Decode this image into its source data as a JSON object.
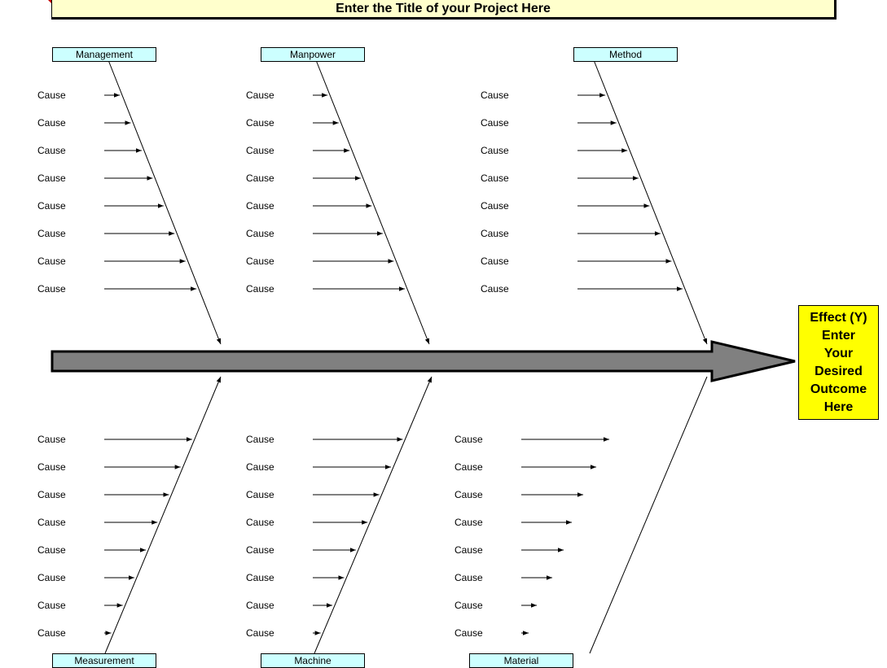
{
  "title": "Enter the Title of your Project Here",
  "effect": {
    "lines": [
      "Effect (Y)",
      "Enter",
      "Your",
      "Desired",
      "Outcome",
      "Here"
    ]
  },
  "colors": {
    "title_bg": "#ffffcc",
    "category_bg": "#ccffff",
    "effect_bg": "#ffff00",
    "spine_fill": "#808080"
  },
  "categories": [
    {
      "id": "management",
      "label": "Management",
      "position": "top",
      "causes": [
        "Cause",
        "Cause",
        "Cause",
        "Cause",
        "Cause",
        "Cause",
        "Cause",
        "Cause"
      ]
    },
    {
      "id": "manpower",
      "label": "Manpower",
      "position": "top",
      "causes": [
        "Cause",
        "Cause",
        "Cause",
        "Cause",
        "Cause",
        "Cause",
        "Cause",
        "Cause"
      ]
    },
    {
      "id": "method",
      "label": "Method",
      "position": "top",
      "causes": [
        "Cause",
        "Cause",
        "Cause",
        "Cause",
        "Cause",
        "Cause",
        "Cause",
        "Cause"
      ]
    },
    {
      "id": "measurement",
      "label": "Measurement",
      "position": "bottom",
      "causes": [
        "Cause",
        "Cause",
        "Cause",
        "Cause",
        "Cause",
        "Cause",
        "Cause",
        "Cause"
      ]
    },
    {
      "id": "machine",
      "label": "Machine",
      "position": "bottom",
      "causes": [
        "Cause",
        "Cause",
        "Cause",
        "Cause",
        "Cause",
        "Cause",
        "Cause",
        "Cause"
      ]
    },
    {
      "id": "material",
      "label": "Material",
      "position": "bottom",
      "causes": [
        "Cause",
        "Cause",
        "Cause",
        "Cause",
        "Cause",
        "Cause",
        "Cause",
        "Cause"
      ]
    }
  ]
}
